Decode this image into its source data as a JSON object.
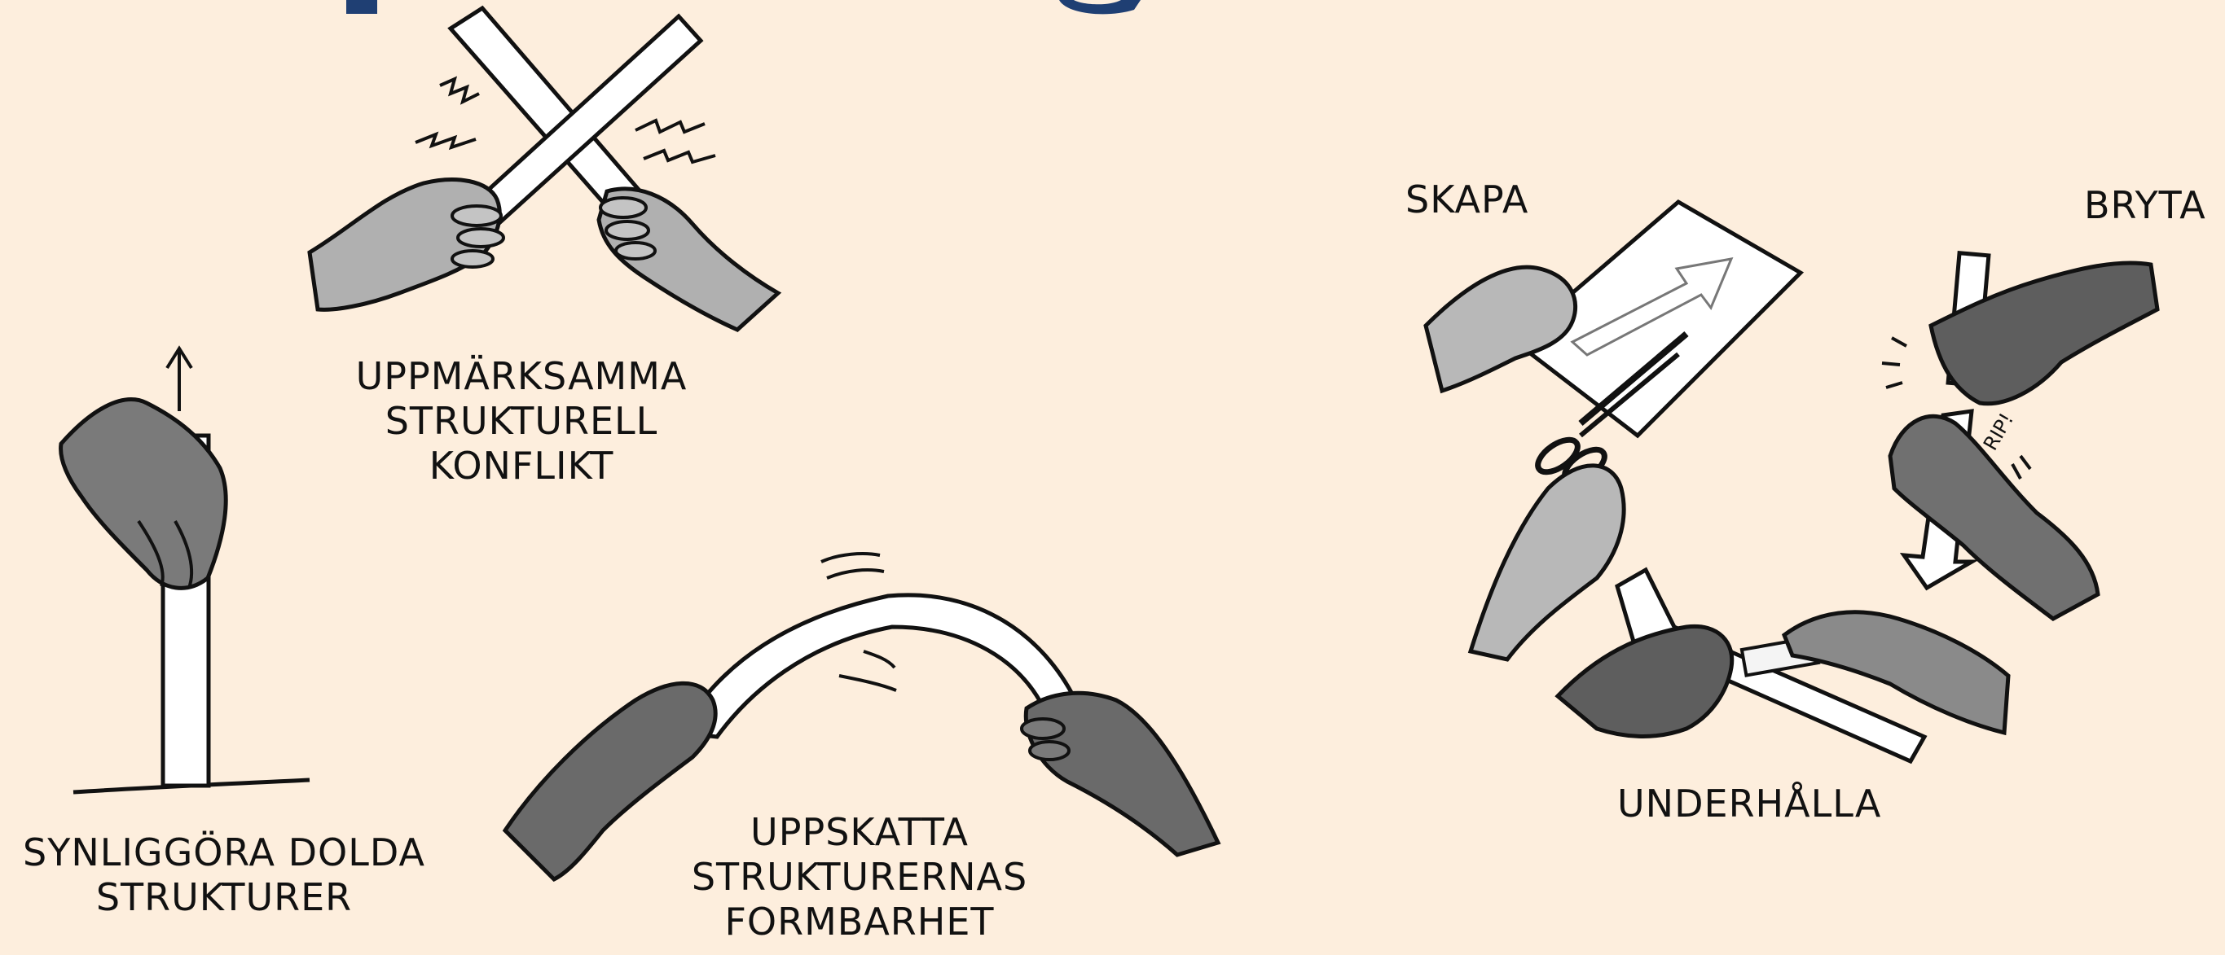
{
  "colors": {
    "background": "#fdeedd",
    "title_blue": "#1f3f73",
    "hand_light": "#b8b8b8",
    "hand_mid": "#8a8a8a",
    "hand_dark": "#5e5e5e",
    "strip": "#ffffff",
    "ink": "#111111"
  },
  "left_panel": {
    "conflict": {
      "lines": [
        "UPPMÄRKSAMMA",
        "STRUKTURELL",
        "KONFLIKT"
      ],
      "icon": "crossed-strips-hands-icon"
    },
    "hidden": {
      "lines": [
        "SYNLIGGÖRA DOLDA",
        "STRUKTURER"
      ],
      "icon": "raised-strip-hand-icon"
    },
    "flexible": {
      "lines": [
        "UPPSKATTA",
        "STRUKTURERNAS",
        "FORMBARHET"
      ],
      "icon": "bent-strip-hands-icon"
    }
  },
  "right_panel": {
    "create": {
      "label": "SKAPA",
      "icon": "scissors-cutting-paper-icon"
    },
    "break": {
      "label": "BRYTA",
      "icon": "tearing-strip-hands-icon"
    },
    "maintain": {
      "label": "UNDERHÅLLA",
      "icon": "taping-strip-hands-icon"
    }
  }
}
